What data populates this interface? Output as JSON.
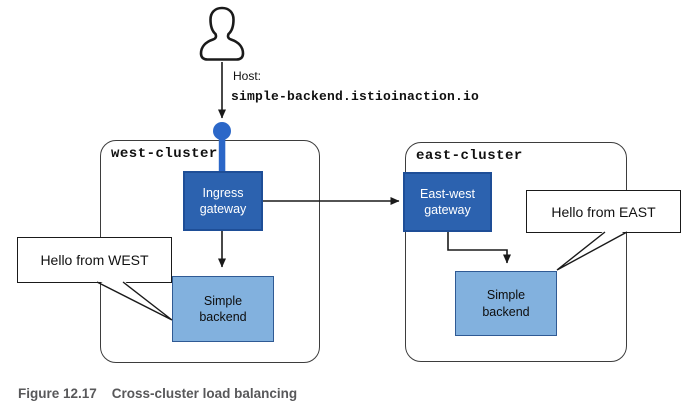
{
  "host": {
    "label": "Host:",
    "value": "simple-backend.istioinaction.io"
  },
  "west_cluster": {
    "title": "west-cluster",
    "gateway": "Ingress\ngateway",
    "backend": "Simple\nbackend",
    "callout": "Hello from WEST"
  },
  "east_cluster": {
    "title": "east-cluster",
    "gateway": "East-west\ngateway",
    "backend": "Simple\nbackend",
    "callout": "Hello from EAST"
  },
  "caption": {
    "figure": "Figure 12.17",
    "text": "Cross-cluster load balancing"
  },
  "icons": {
    "user": "person-icon"
  },
  "colors": {
    "gateway_fill": "#2c62af",
    "gateway_border": "#1e4e97",
    "backend_fill": "#82b1de",
    "backend_border": "#2f5a94",
    "ingress_point_blue": "#2b67c8",
    "line_color": "#1a1a1a",
    "caption_text": "#58585a"
  }
}
